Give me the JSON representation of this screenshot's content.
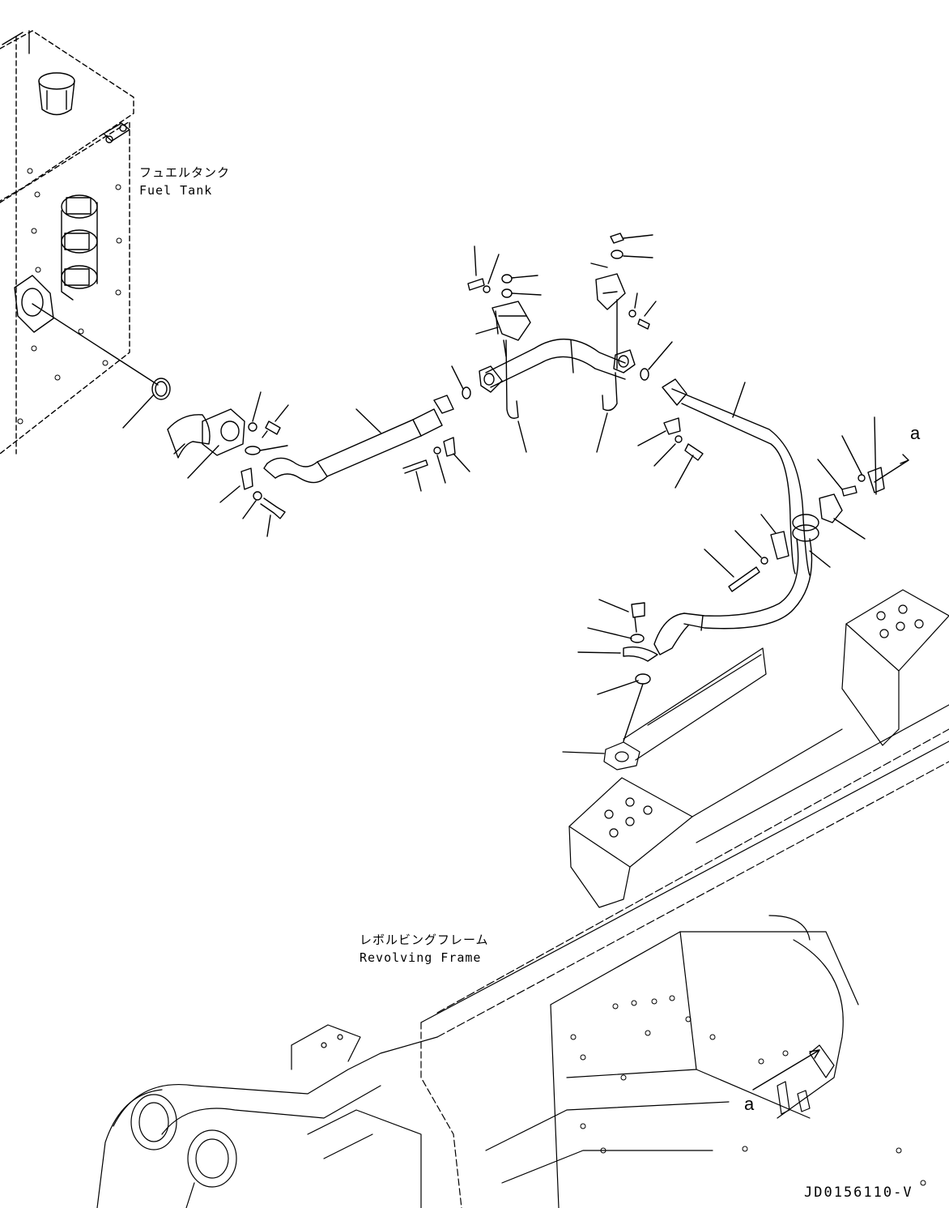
{
  "labels": {
    "fuel_tank_jp": "フュエルタンク",
    "fuel_tank_en": "Fuel Tank",
    "frame_jp": "レボルビングフレーム",
    "frame_en": "Revolving Frame",
    "callout_a_top": "a",
    "callout_a_bottom": "a",
    "doc_id": "JD0156110-V"
  }
}
